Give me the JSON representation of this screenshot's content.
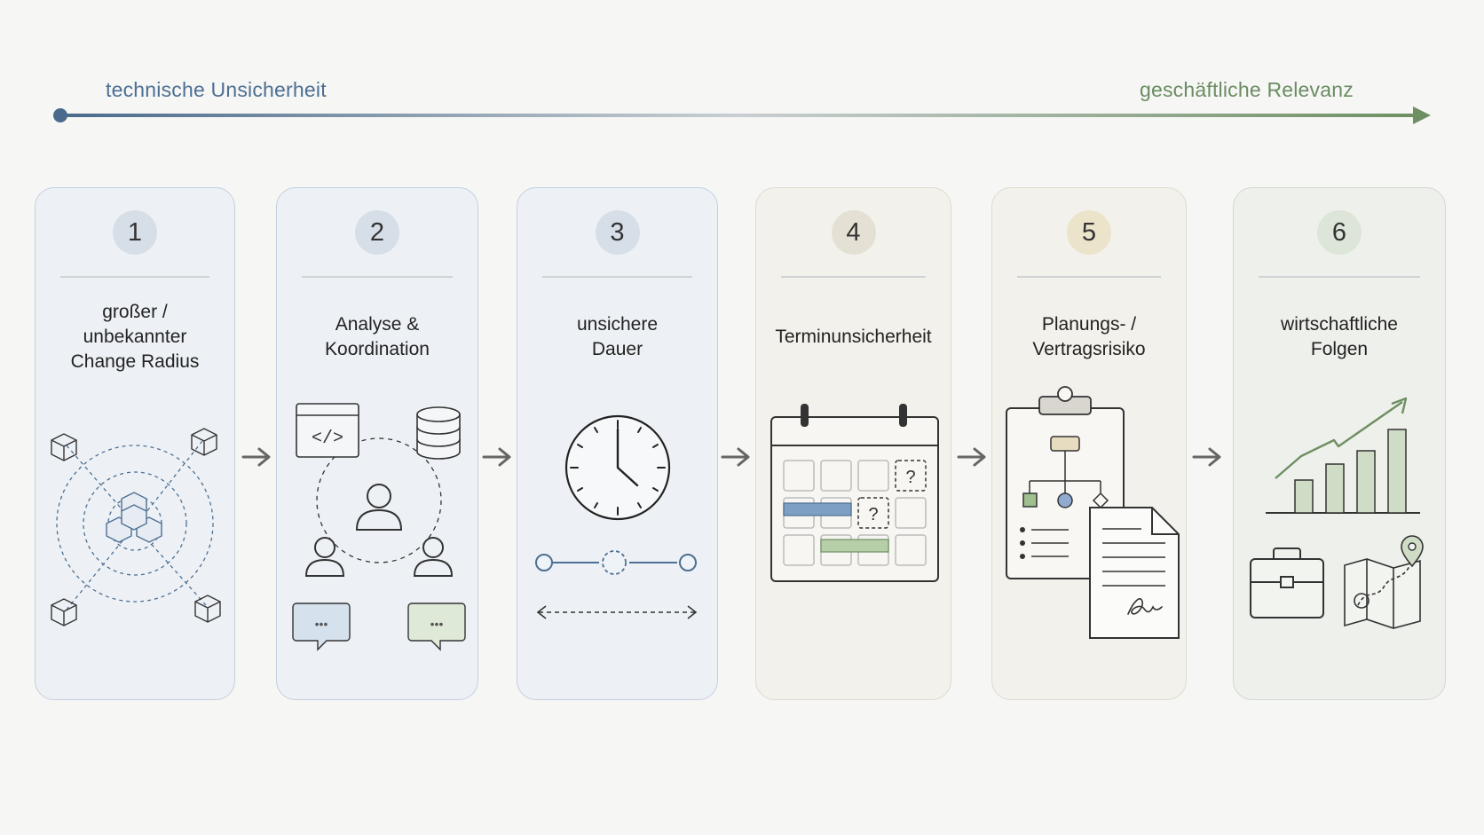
{
  "axis": {
    "left_label": "technische Unsicherheit",
    "right_label": "geschäftliche Relevanz",
    "start_color": "#4a6a8c",
    "end_color": "#6e8f62"
  },
  "steps": [
    {
      "number": "1",
      "title": "großer /\nunbekannter\nChange Radius",
      "icon": "network-cubes-icon"
    },
    {
      "number": "2",
      "title": "Analyse &\nKoordination",
      "icon": "team-coordination-icon"
    },
    {
      "number": "3",
      "title": "unsichere\nDauer",
      "icon": "clock-icon"
    },
    {
      "number": "4",
      "title": "Terminunsicherheit",
      "icon": "calendar-icon"
    },
    {
      "number": "5",
      "title": "Planungs- /\nVertragsrisiko",
      "icon": "clipboard-contract-icon"
    },
    {
      "number": "6",
      "title": "wirtschaftliche\nFolgen",
      "icon": "growth-chart-icon"
    }
  ],
  "icon_text": {
    "code_glyph": "</>",
    "chat_dots": "•••",
    "question_mark": "?"
  },
  "colors": {
    "blue_accent": "#6d8fb5",
    "green_accent": "#8fb07f",
    "line_dark": "#333333"
  }
}
